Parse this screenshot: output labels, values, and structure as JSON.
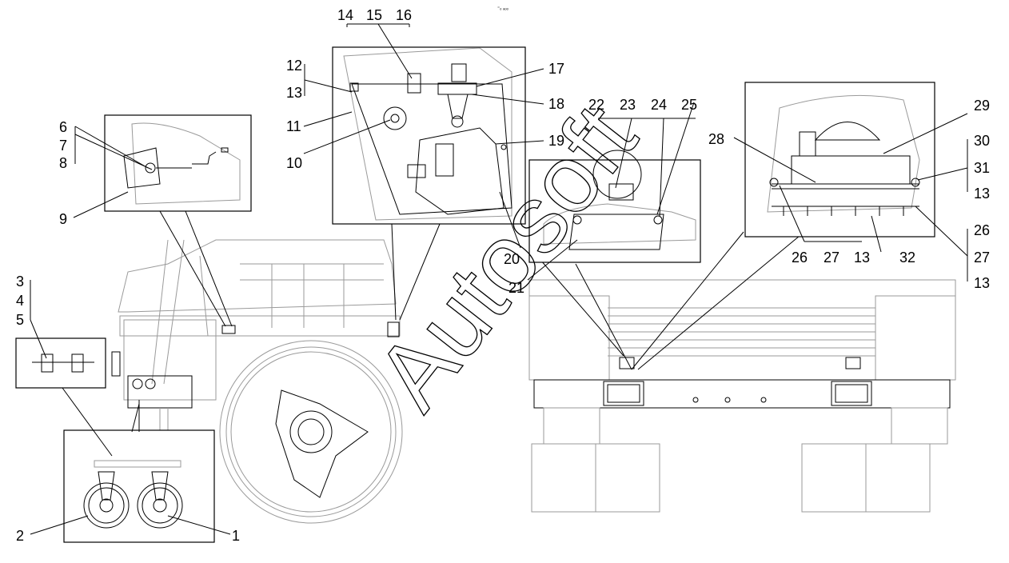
{
  "watermark": "Autosoft",
  "corner_mark": "⁼ₒ ₐₒₒ",
  "callouts": {
    "n1": "1",
    "n2": "2",
    "n3": "3",
    "n4": "4",
    "n5": "5",
    "n6": "6",
    "n7": "7",
    "n8": "8",
    "n9": "9",
    "n10": "10",
    "n11": "11",
    "n12": "12",
    "n13a": "13",
    "n14": "14",
    "n15": "15",
    "n16": "16",
    "n17": "17",
    "n18": "18",
    "n19": "19",
    "n20": "20",
    "n21": "21",
    "n22": "22",
    "n23": "23",
    "n24": "24",
    "n25": "25",
    "n26a": "26",
    "n27a": "27",
    "n13b": "13",
    "n32": "32",
    "n28": "28",
    "n29": "29",
    "n30": "30",
    "n31": "31",
    "n13c": "13",
    "n26b": "26",
    "n27b": "27",
    "n13d": "13"
  }
}
